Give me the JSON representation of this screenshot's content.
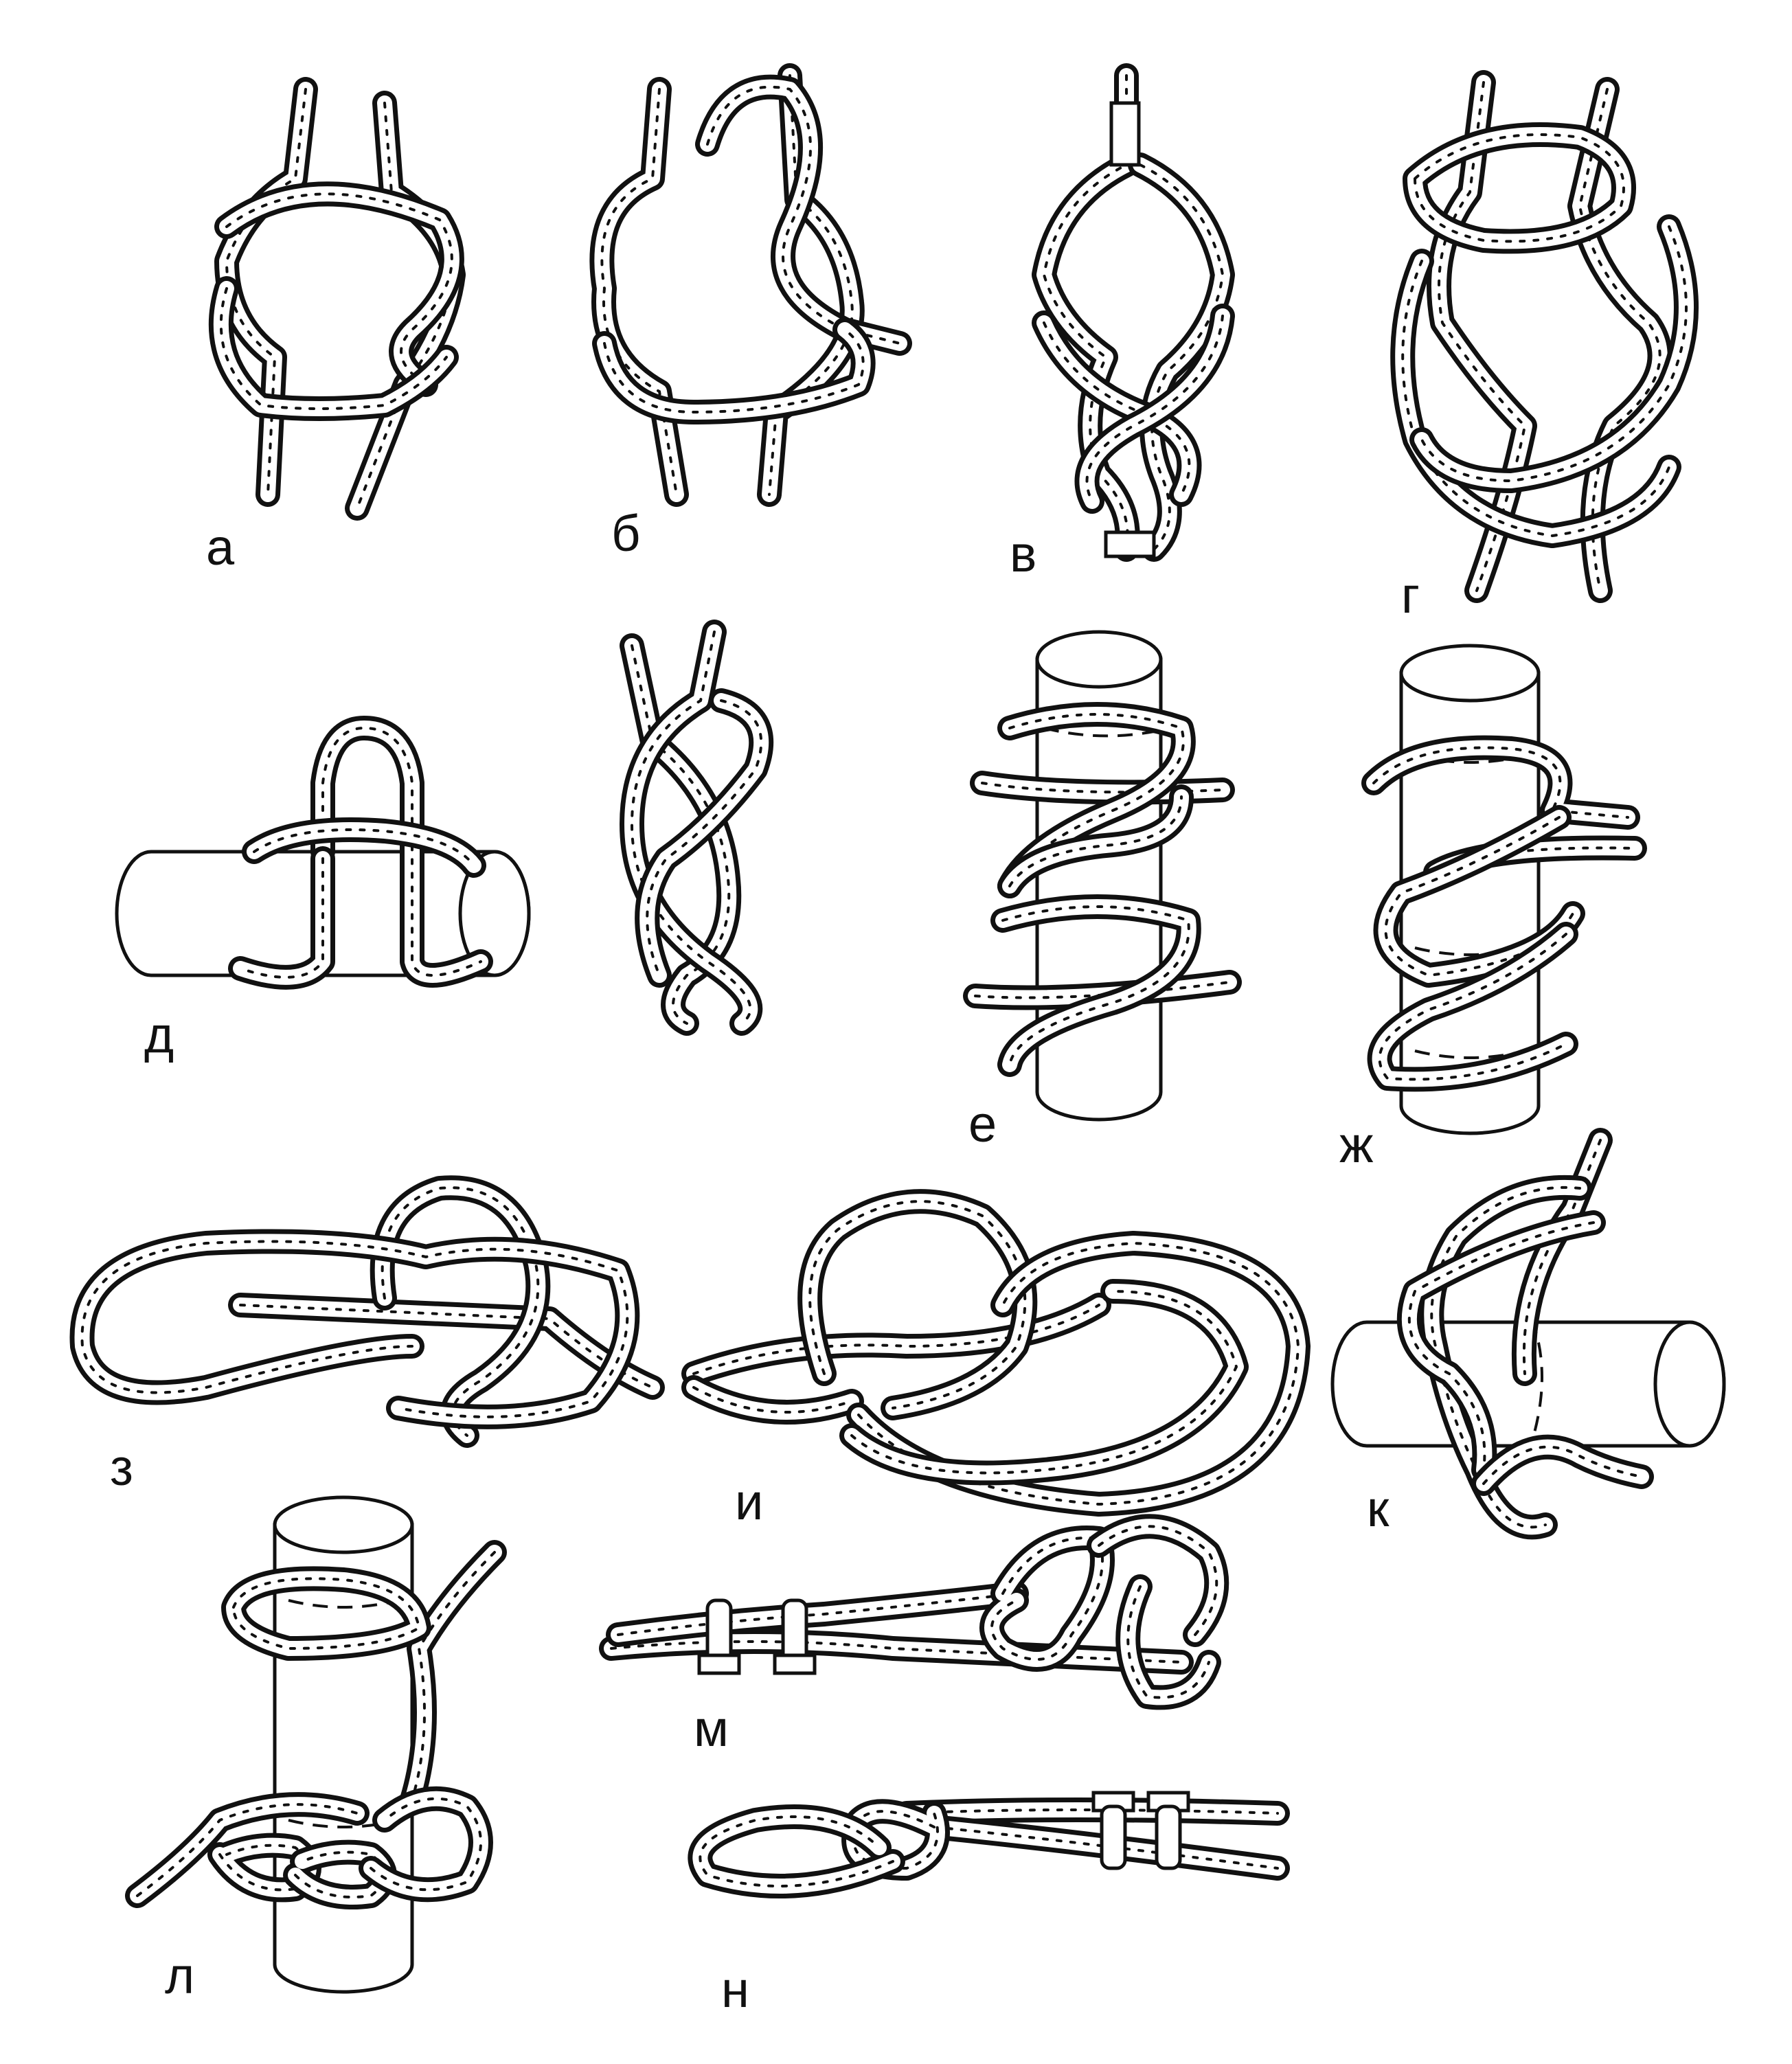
{
  "figure": {
    "labels": {
      "a": "а",
      "b": "б",
      "v": "в",
      "g": "г",
      "d": "д",
      "e": "е",
      "zh": "ж",
      "z": "з",
      "i": "и",
      "k": "к",
      "l": "л",
      "m": "м",
      "n": "н"
    }
  }
}
